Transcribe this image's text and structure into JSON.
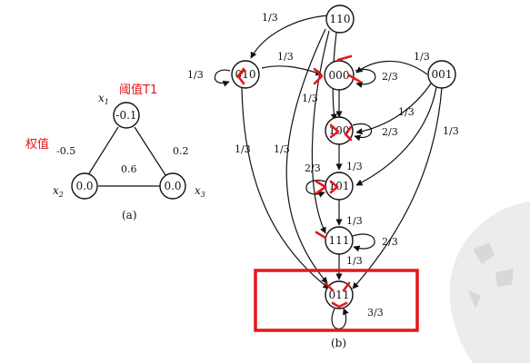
{
  "network": {
    "caption": "(a)",
    "nodes": [
      {
        "id": "x1",
        "var": "x",
        "sub": "1",
        "value": "-0.1"
      },
      {
        "id": "x2",
        "var": "x",
        "sub": "2",
        "value": "0.0"
      },
      {
        "id": "x3",
        "var": "x",
        "sub": "3",
        "value": "0.0"
      }
    ],
    "weights": {
      "x1_x2": "-0.5",
      "x1_x3": "0.2",
      "x2_x3": "0.6"
    }
  },
  "annotations": {
    "threshold": "阈值T1",
    "weight": "权值"
  },
  "state_graph": {
    "caption": "(b)",
    "states": [
      "110",
      "010",
      "000",
      "001",
      "100",
      "101",
      "111",
      "011"
    ],
    "transition_labels": {
      "s110_010": "1/3",
      "s010_000": "1/3",
      "s010_self": "1/3",
      "s000_self": "2/3",
      "s000_100": "1/3",
      "s001_000": "1/3",
      "s001_100": "1/3",
      "s100_self": "2/3",
      "s100_101": "1/3",
      "s101_self": "2/3",
      "s101_111": "1/3",
      "s111_self": "2/3",
      "s111_011": "1/3",
      "s001_011": "1/3",
      "s010_011": "1/3",
      "s110_011": "1/3",
      "s011_self": "3/3"
    }
  },
  "colors": {
    "accent_red": "#e5161c",
    "ink": "#111111",
    "watermark": "#ececec"
  }
}
